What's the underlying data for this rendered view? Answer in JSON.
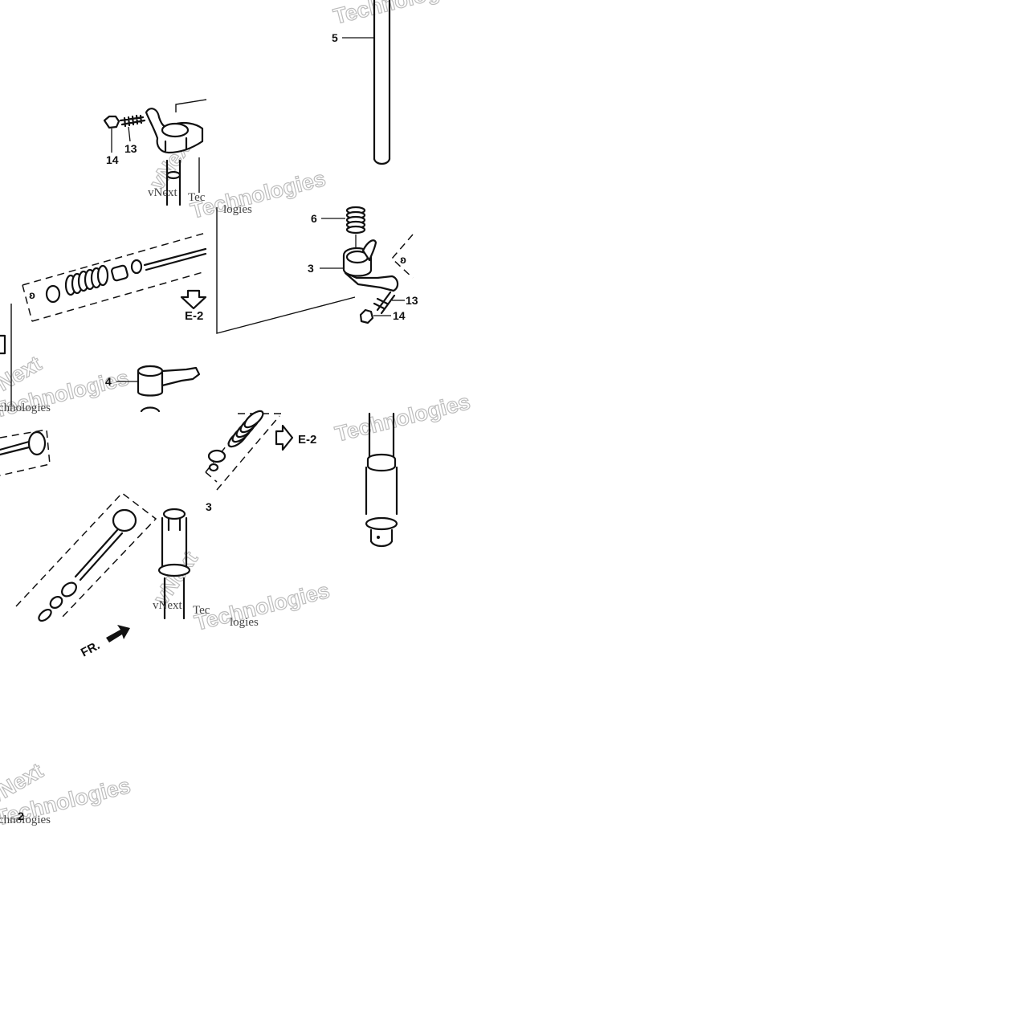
{
  "callouts": {
    "c5": "5",
    "c14a": "14",
    "c13a": "13",
    "c6": "6",
    "c3a": "3",
    "c13b": "13",
    "c14b": "14",
    "c4": "4",
    "c3b": "3",
    "c2": "2"
  },
  "refs": {
    "e2a": "E-2",
    "e2b": "E-2",
    "front": "FR."
  },
  "watermark": {
    "brand": "vNext",
    "word": "Technologies"
  },
  "icons": {
    "section_ref": "hollow-arrow-icon",
    "front": "solid-arrow-icon"
  }
}
